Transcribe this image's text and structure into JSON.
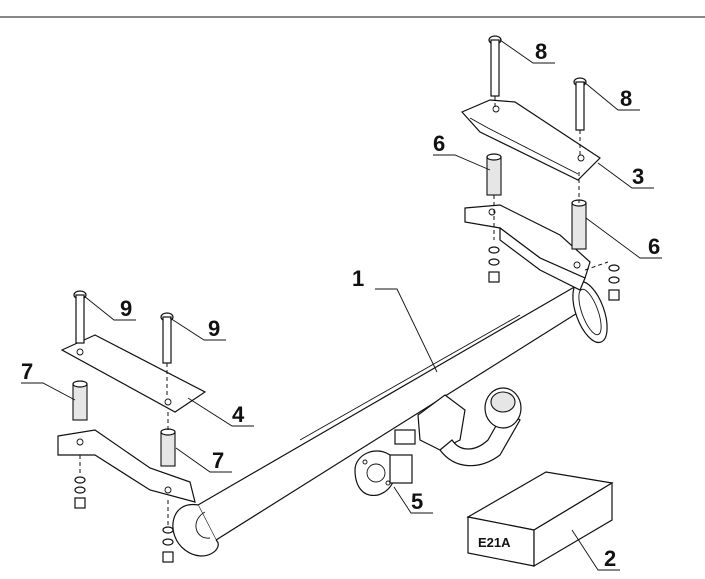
{
  "labels": {
    "l1": "1",
    "l2": "2",
    "l3": "3",
    "l4": "4",
    "l5": "5",
    "l6a": "6",
    "l6b": "6",
    "l7a": "7",
    "l7b": "7",
    "l8a": "8",
    "l8b": "8",
    "l9a": "9",
    "l9b": "9"
  },
  "box_text": "E21A"
}
